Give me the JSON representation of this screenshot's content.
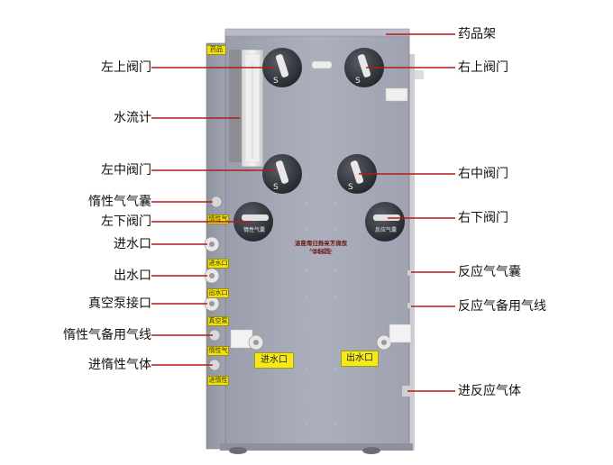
{
  "labels_left": [
    {
      "key": "valve_ul",
      "text": "左上阀门"
    },
    {
      "key": "flowmeter",
      "text": "水流计"
    },
    {
      "key": "valve_ml",
      "text": "左中阀门"
    },
    {
      "key": "inert_bag",
      "text": "惰性气气囊"
    },
    {
      "key": "valve_ll",
      "text": "左下阀门"
    },
    {
      "key": "water_in",
      "text": "进水口"
    },
    {
      "key": "water_out",
      "text": "出水口"
    },
    {
      "key": "vacuum",
      "text": "真空泵接口"
    },
    {
      "key": "inert_backup",
      "text": "惰性气备用气线"
    },
    {
      "key": "inert_in",
      "text": "进惰性气体"
    }
  ],
  "labels_right": [
    {
      "key": "rack",
      "text": "药品架"
    },
    {
      "key": "valve_ur",
      "text": "右上阀门"
    },
    {
      "key": "valve_mr",
      "text": "右中阀门"
    },
    {
      "key": "valve_lr",
      "text": "右下阀门"
    },
    {
      "key": "react_bag",
      "text": "反应气气囊"
    },
    {
      "key": "react_backup",
      "text": "反应气备用气线"
    },
    {
      "key": "react_in",
      "text": "进反应气体"
    }
  ],
  "device": {
    "top_sticker": "药品架",
    "side_stickers": [
      "惰性气",
      "进水口",
      "出水口",
      "真空泵接口",
      "惰性气备",
      "进惰性气"
    ],
    "plate_left": "进水口",
    "plate_right": "出水口",
    "dial_left": "惰性气囊",
    "dial_right": "反应气囊",
    "notice_lines": [
      "请在专业指导下操作本装置",
      "注意阀门开关方向及气体安全"
    ]
  },
  "colors": {
    "panel": "#a6a9b6",
    "panel_dark": "#8c8f9b",
    "pointer_line": "#b31b1b",
    "sticker": "#f2e016"
  }
}
